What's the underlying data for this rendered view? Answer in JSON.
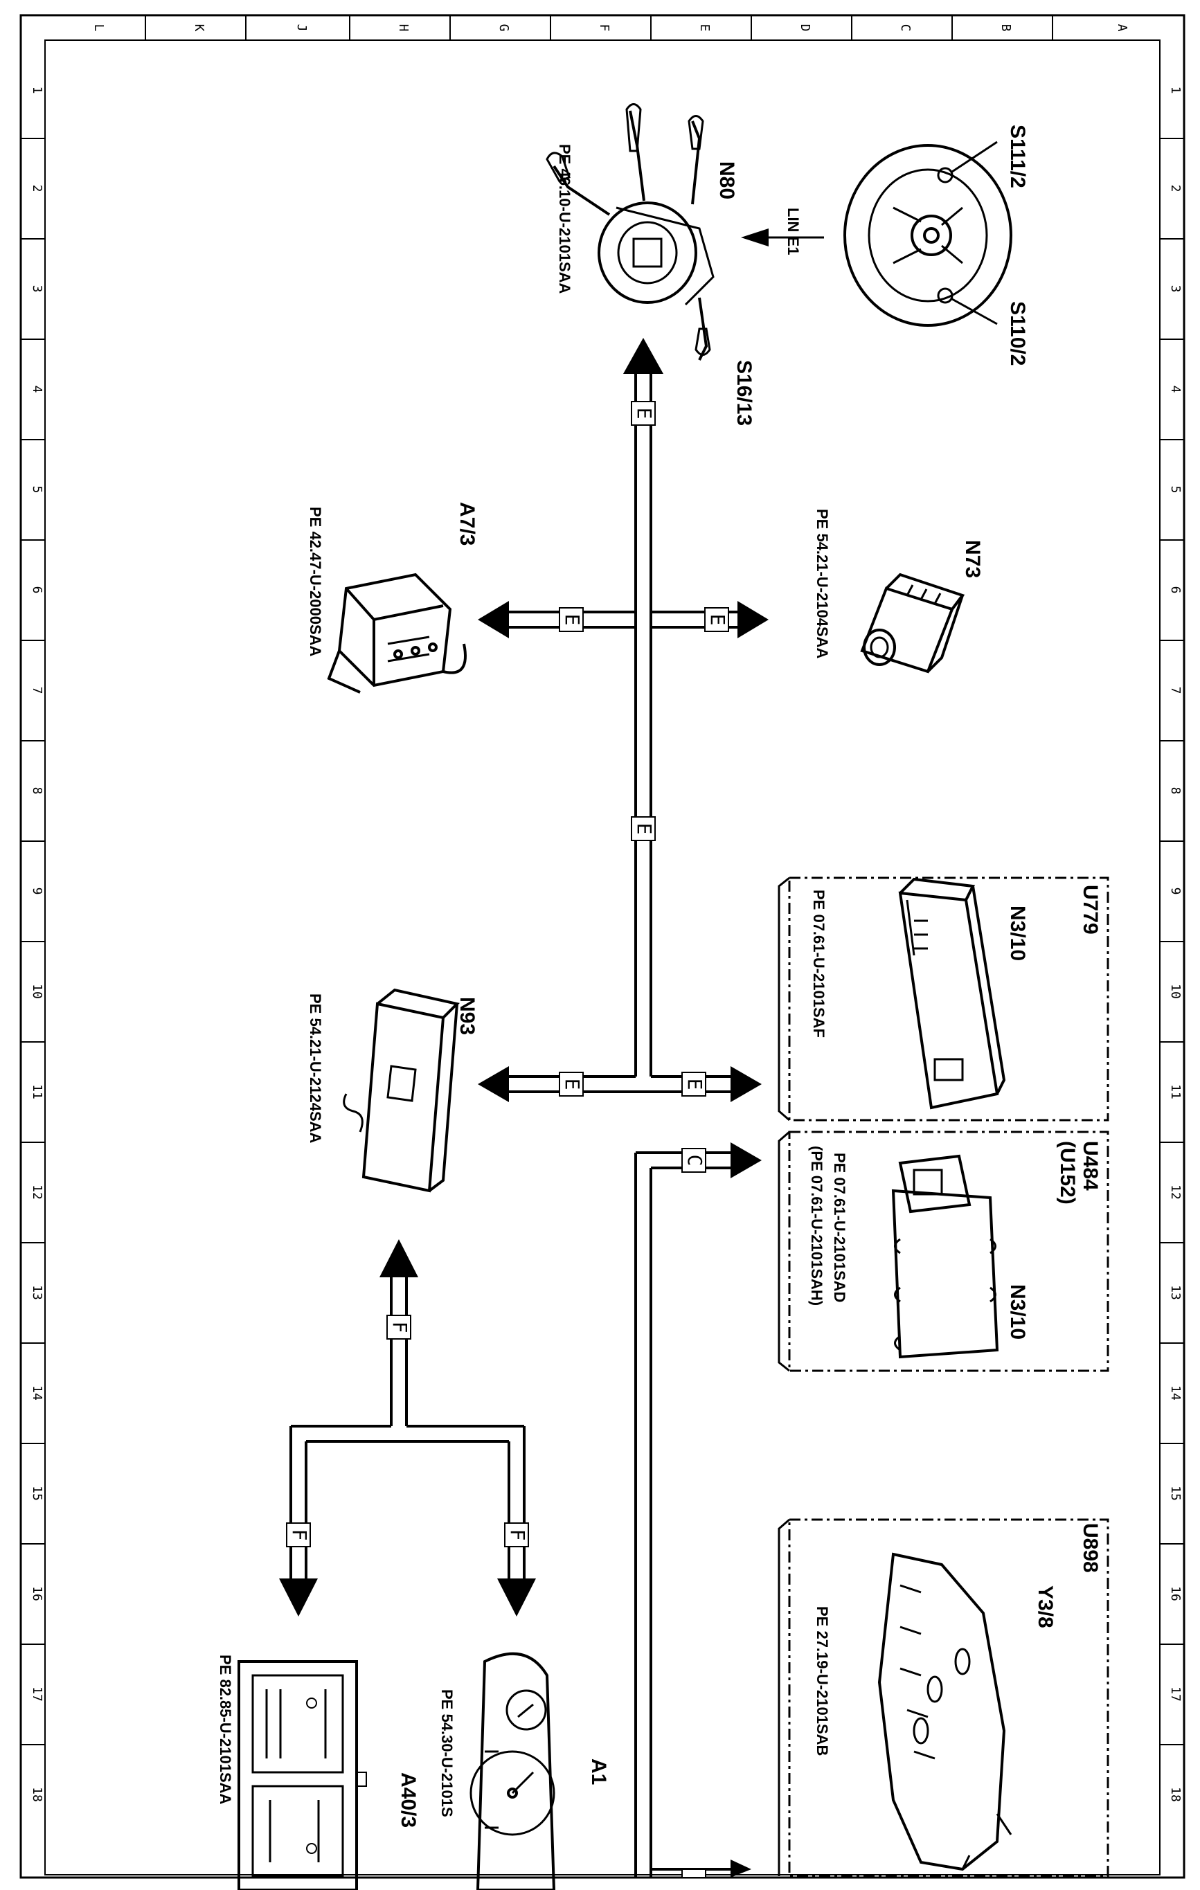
{
  "frame": {
    "columns": [
      "A",
      "B",
      "C",
      "D",
      "E",
      "F",
      "G",
      "H",
      "J",
      "K",
      "L"
    ],
    "rows": [
      "1",
      "2",
      "3",
      "4",
      "5",
      "6",
      "7",
      "8",
      "9",
      "10",
      "11",
      "12",
      "13",
      "14",
      "15",
      "16",
      "17",
      "18"
    ]
  },
  "components": {
    "s111_2": "S111/2",
    "s110_2": "S110/2",
    "lin": "LIN E1",
    "n80": "N80",
    "n80_ref": "PE 46.10-U-2101SAA",
    "s16_13": "S16/13",
    "n73": "N73",
    "n73_ref": "PE 54.21-U-2104SAA",
    "a7_3": "A7/3",
    "a7_3_ref": "PE 42.47-U-2000SAA",
    "u779": "U779",
    "n3_10_a": "N3/10",
    "n3_10_a_ref": "PE 07.61-U-2101SAF",
    "u484": "U484",
    "u152": "(U152)",
    "n3_10_b": "N3/10",
    "n3_10_b_ref1": "PE 07.61-U-2101SAD",
    "n3_10_b_ref2": "(PE 07.61-U-2101SAH)",
    "n93": "N93",
    "n93_ref": "PE 54.21-U-2124SAA",
    "u898": "U898",
    "y3_8": "Y3/8",
    "y3_8_ref": "PE 27.19-U-2101SAB",
    "a1": "A1",
    "a1_ref": "PE 54.30-U-2101S",
    "a40_3": "A40/3",
    "a40_3_ref": "PE 82.85-U-2101SAA"
  },
  "bus_tags": {
    "e": "E",
    "c": "C",
    "f": "F"
  }
}
